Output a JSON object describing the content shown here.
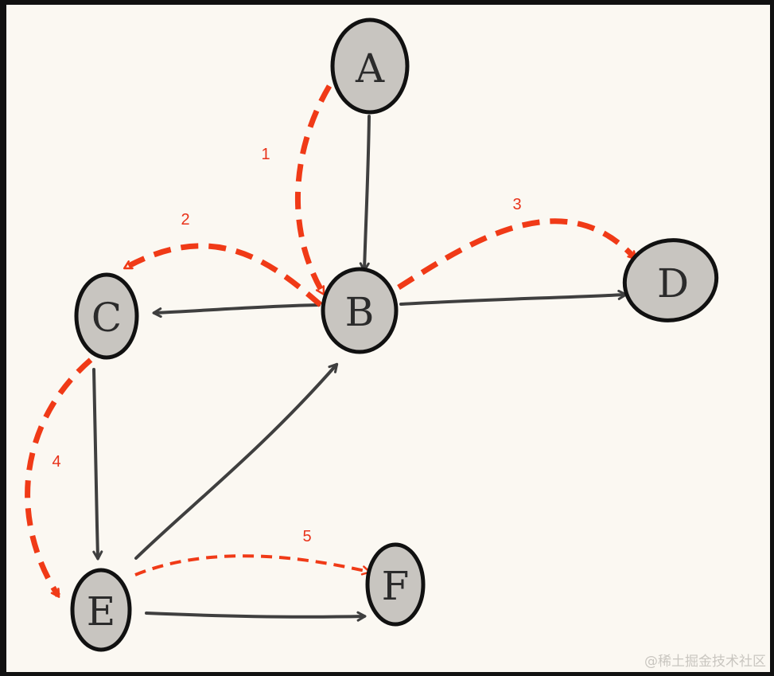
{
  "nodes": [
    {
      "id": "A",
      "label": "A"
    },
    {
      "id": "B",
      "label": "B"
    },
    {
      "id": "C",
      "label": "C"
    },
    {
      "id": "D",
      "label": "D"
    },
    {
      "id": "E",
      "label": "E"
    },
    {
      "id": "F",
      "label": "F"
    }
  ],
  "edges": [
    {
      "from": "A",
      "to": "B"
    },
    {
      "from": "B",
      "to": "C"
    },
    {
      "from": "B",
      "to": "D"
    },
    {
      "from": "C",
      "to": "E"
    },
    {
      "from": "E",
      "to": "B"
    },
    {
      "from": "E",
      "to": "F"
    }
  ],
  "traversal_steps": [
    {
      "label": "1",
      "from": "A",
      "to": "B"
    },
    {
      "label": "2",
      "from": "B",
      "to": "C"
    },
    {
      "label": "3",
      "from": "B",
      "to": "D"
    },
    {
      "label": "4",
      "from": "C",
      "to": "E"
    },
    {
      "label": "5",
      "from": "E",
      "to": "F"
    }
  ],
  "colors": {
    "background": "#fbf8f2",
    "node_fill": "#c8c5c0",
    "node_stroke": "#111111",
    "edge": "#3f3f3f",
    "traversal": "#f03a17"
  },
  "watermark": "@稀土掘金技术社区"
}
